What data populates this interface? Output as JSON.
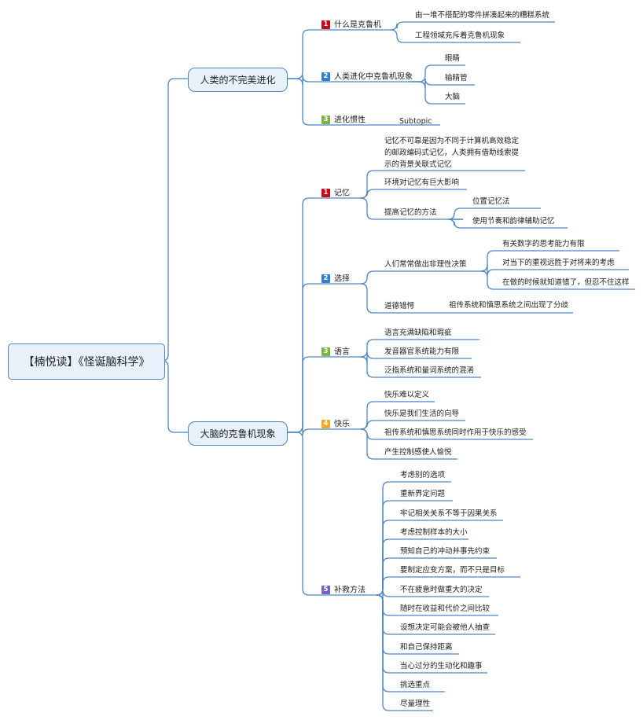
{
  "root": "【楠悦读】《怪诞脑科学》",
  "branches": [
    {
      "label": "人类的不完美进化",
      "subtopics": [
        {
          "num": "1",
          "label": "什么是克鲁机",
          "children": [
            "由一堆不搭配的零件拼凑起来的糟糕系统",
            "工程领域充斥着克鲁机现象"
          ]
        },
        {
          "num": "2",
          "label": "人类进化中克鲁机现象",
          "children": [
            "眼睛",
            "输精管",
            "大脑"
          ]
        },
        {
          "num": "3",
          "label": "进化惯性",
          "children": [
            "Subtopic"
          ]
        }
      ]
    },
    {
      "label": "大脑的克鲁机现象",
      "subtopics": [
        {
          "num": "1",
          "label": "记忆",
          "children": [
            {
              "label": "记忆不可靠是因为不同于计算机高效稳定的邮政编码式记忆，人类拥有借助线索提示的背景关联式记忆"
            },
            {
              "label": "环境对记忆有巨大影响"
            },
            {
              "label": "提高记忆的方法",
              "children": [
                "位置记忆法",
                "使用节奏和韵律辅助记忆"
              ]
            }
          ]
        },
        {
          "num": "2",
          "label": "选择",
          "children": [
            {
              "label": "人们常常做出非理性决策",
              "children": [
                "有关数字的思考能力有限",
                "对当下的重视远胜于对将来的考虑",
                "在做的时候就知道错了，但忍不住这样"
              ]
            },
            {
              "label": "道德错愕",
              "children": [
                "祖传系统和慎思系统之间出现了分歧"
              ]
            }
          ]
        },
        {
          "num": "3",
          "label": "语言",
          "children": [
            {
              "label": "语言充满缺陷和瑕疵"
            },
            {
              "label": "发音器官系统能力有限"
            },
            {
              "label": "泛指系统和量词系统的混淆"
            }
          ]
        },
        {
          "num": "4",
          "label": "快乐",
          "children": [
            {
              "label": "快乐难以定义"
            },
            {
              "label": "快乐是我们生活的向导"
            },
            {
              "label": "祖传系统和慎思系统同时作用于快乐的感受"
            },
            {
              "label": "产生控制感使人愉悦"
            }
          ]
        },
        {
          "num": "5",
          "label": "补救方法",
          "children": [
            {
              "label": "考虑别的选项"
            },
            {
              "label": "重新界定问题"
            },
            {
              "label": "牢记相关关系不等于因果关系"
            },
            {
              "label": "考虑控制样本的大小"
            },
            {
              "label": "预知自己的冲动并事先约束"
            },
            {
              "label": "要制定应变方案，而不只是目标"
            },
            {
              "label": "不在疲惫时做重大的决定"
            },
            {
              "label": "随时在收益和代价之间比较"
            },
            {
              "label": "设想决定可能会被他人抽查"
            },
            {
              "label": "和自己保持距离"
            },
            {
              "label": "当心过分的生动化和趣事"
            },
            {
              "label": "挑选重点"
            },
            {
              "label": "尽量理性"
            }
          ]
        }
      ]
    }
  ],
  "colors": {
    "line": "#4a86c8",
    "node_fill": "#e8f0fa",
    "badge_1": "#d0021b",
    "badge_2": "#2f80d1",
    "badge_3": "#7cb342",
    "badge_4": "#f5a623",
    "badge_5": "#7b5cc4"
  }
}
